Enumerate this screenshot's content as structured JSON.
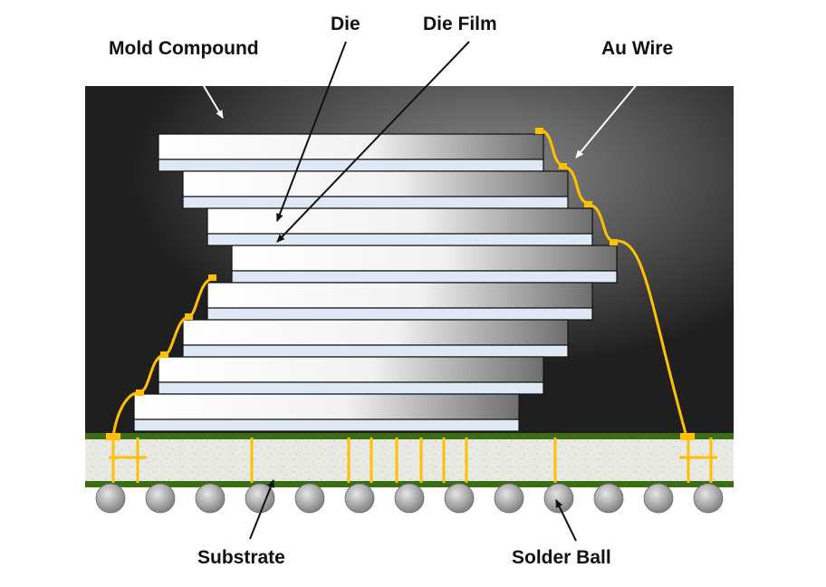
{
  "labels": {
    "mold_compound": "Mold Compound",
    "die": "Die",
    "die_film": "Die Film",
    "au_wire": "Au Wire",
    "substrate": "Substrate",
    "solder_ball": "Solder Ball"
  },
  "colors": {
    "mold_dark": "#1f1f1f",
    "mold_light": "#8a8a8a",
    "die_light": "#ffffff",
    "die_dark": "#6e6e6e",
    "die_film": "#dfe9f5",
    "wire": "#ffc000",
    "substrate_green": "#3b6e10",
    "substrate_fill": "#e9e9e4",
    "ball_light": "#e6e6e6",
    "ball_dark": "#7a7a7a"
  }
}
